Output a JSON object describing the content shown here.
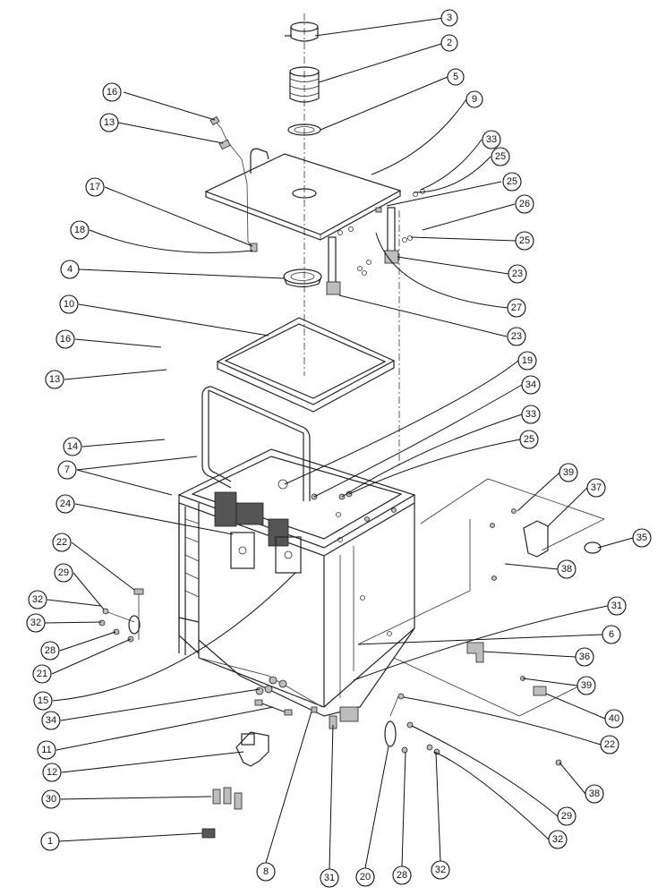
{
  "callouts": [
    {
      "id": "c3",
      "label": "3"
    },
    {
      "id": "c2",
      "label": "2"
    },
    {
      "id": "c5",
      "label": "5"
    },
    {
      "id": "c9",
      "label": "9"
    },
    {
      "id": "c16a",
      "label": "16"
    },
    {
      "id": "c13a",
      "label": "13"
    },
    {
      "id": "c33a",
      "label": "33"
    },
    {
      "id": "c25a",
      "label": "25"
    },
    {
      "id": "c25b",
      "label": "25"
    },
    {
      "id": "c26",
      "label": "26"
    },
    {
      "id": "c25c",
      "label": "25"
    },
    {
      "id": "c17",
      "label": "17"
    },
    {
      "id": "c18",
      "label": "18"
    },
    {
      "id": "c23a",
      "label": "23"
    },
    {
      "id": "c4",
      "label": "4"
    },
    {
      "id": "c27",
      "label": "27"
    },
    {
      "id": "c23b",
      "label": "23"
    },
    {
      "id": "c10",
      "label": "10"
    },
    {
      "id": "c16b",
      "label": "16"
    },
    {
      "id": "c13b",
      "label": "13"
    },
    {
      "id": "c19",
      "label": "19"
    },
    {
      "id": "c34a",
      "label": "34"
    },
    {
      "id": "c33b",
      "label": "33"
    },
    {
      "id": "c14",
      "label": "14"
    },
    {
      "id": "c25d",
      "label": "25"
    },
    {
      "id": "c7",
      "label": "7"
    },
    {
      "id": "c39a",
      "label": "39"
    },
    {
      "id": "c37",
      "label": "37"
    },
    {
      "id": "c24",
      "label": "24"
    },
    {
      "id": "c35",
      "label": "35"
    },
    {
      "id": "c22a",
      "label": "22"
    },
    {
      "id": "c38a",
      "label": "38"
    },
    {
      "id": "c29a",
      "label": "29"
    },
    {
      "id": "c31a",
      "label": "31"
    },
    {
      "id": "c32a",
      "label": "32"
    },
    {
      "id": "c32b",
      "label": "32"
    },
    {
      "id": "c6",
      "label": "6"
    },
    {
      "id": "c28a",
      "label": "28"
    },
    {
      "id": "c21",
      "label": "21"
    },
    {
      "id": "c36",
      "label": "36"
    },
    {
      "id": "c15",
      "label": "15"
    },
    {
      "id": "c39b",
      "label": "39"
    },
    {
      "id": "c34b",
      "label": "34"
    },
    {
      "id": "c40",
      "label": "40"
    },
    {
      "id": "c11",
      "label": "11"
    },
    {
      "id": "c22b",
      "label": "22"
    },
    {
      "id": "c12",
      "label": "12"
    },
    {
      "id": "c38b",
      "label": "38"
    },
    {
      "id": "c30",
      "label": "30"
    },
    {
      "id": "c29b",
      "label": "29"
    },
    {
      "id": "c1",
      "label": "1"
    },
    {
      "id": "c32c",
      "label": "32"
    },
    {
      "id": "c8",
      "label": "8"
    },
    {
      "id": "c31b",
      "label": "31"
    },
    {
      "id": "c20",
      "label": "20"
    },
    {
      "id": "c28b",
      "label": "28"
    },
    {
      "id": "c32d",
      "label": "32"
    }
  ]
}
